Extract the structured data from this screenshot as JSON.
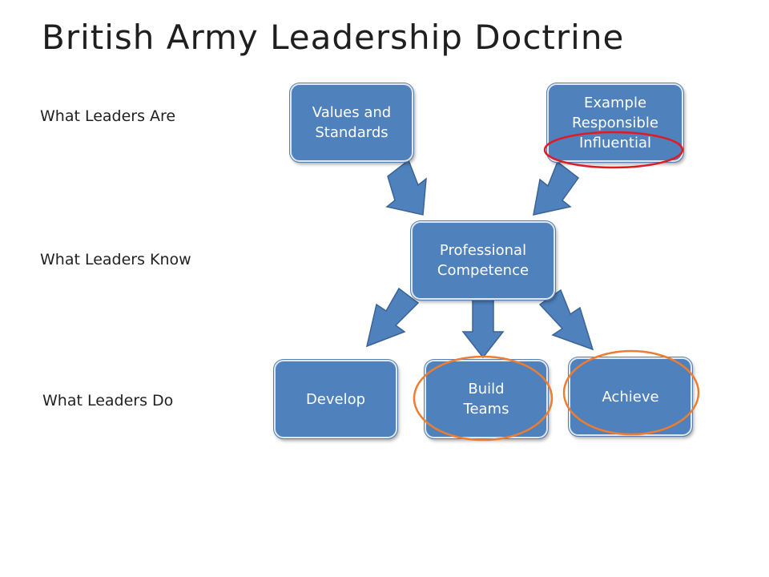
{
  "title": "British Army Leadership Doctrine",
  "rows": {
    "are": "What Leaders Are",
    "know": "What Leaders Know",
    "do": "What Leaders Do"
  },
  "boxes": {
    "values": [
      "Values and",
      "Standards"
    ],
    "example": [
      "Example",
      "Responsible",
      "Influential"
    ],
    "professional": [
      "Professional",
      "Competence"
    ],
    "develop": [
      "Develop"
    ],
    "build": [
      "Build",
      "Teams"
    ],
    "achieve": [
      "Achieve"
    ]
  },
  "colors": {
    "box_fill": "#4f81bd",
    "arrow_fill": "#4f81bd",
    "highlight_red": "#e01b24",
    "highlight_orange": "#ed7d31"
  }
}
